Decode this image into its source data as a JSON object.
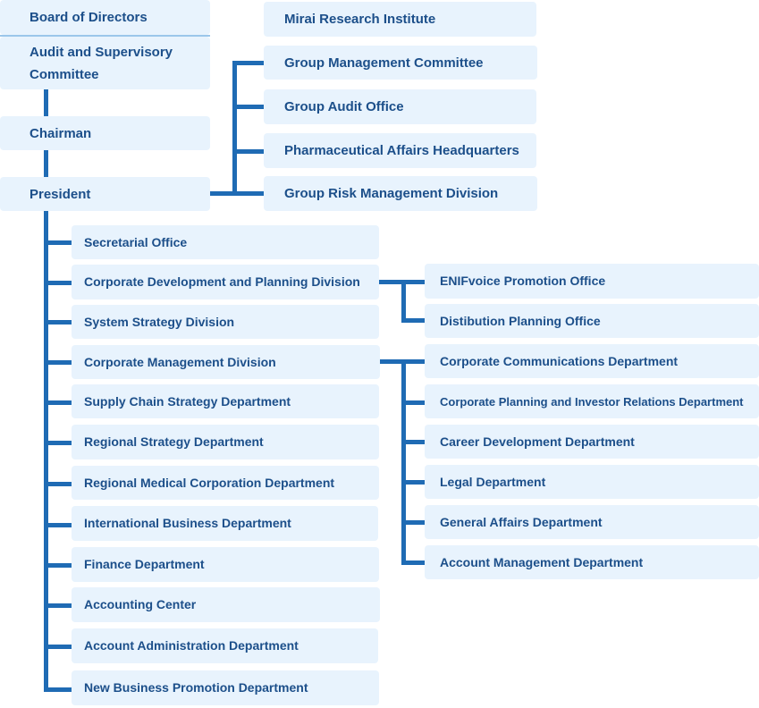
{
  "top": {
    "board": "Board of Directors",
    "audit": "Audit and Supervisory Committee",
    "chairman": "Chairman",
    "president": "President"
  },
  "staff": [
    "Mirai Research Institute",
    "Group Management Committee",
    "Group Audit Office",
    "Pharmaceutical Affairs Headquarters",
    "Group Risk Management Division"
  ],
  "divisions": [
    "Secretarial Office",
    "Corporate Development and Planning Division",
    "System Strategy Division",
    "Corporate Management Division",
    "Supply Chain Strategy Department",
    "Regional Strategy Department",
    "Regional Medical Corporation Department",
    "International Business Department",
    "Finance Department",
    "Accounting Center",
    "Account Administration Department",
    "New Business Promotion Department"
  ],
  "cdp_subs": [
    "ENIFvoice Promotion Office",
    "Distibution Planning Office"
  ],
  "cm_subs": [
    "Corporate Communications Department",
    "Corporate Planning and Investor Relations Department",
    "Career Development Department",
    "Legal Department",
    "General Affairs Department",
    "Account Management Department"
  ],
  "colors": {
    "box_fill": "#e8f3fd",
    "text": "#1c4f8a",
    "connector": "#1f6bb4"
  }
}
